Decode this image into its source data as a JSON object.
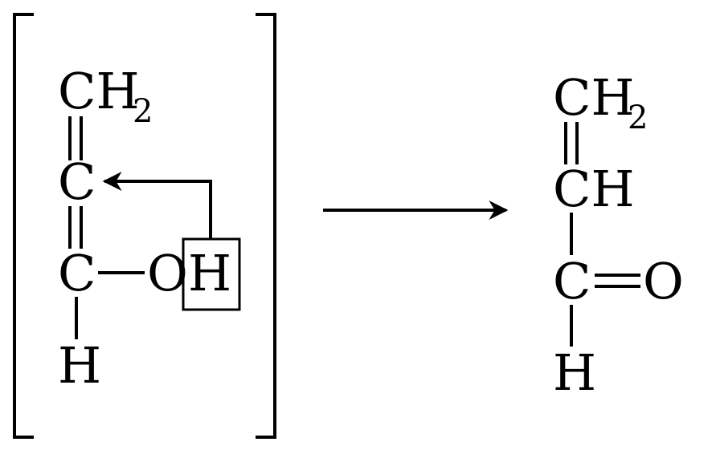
{
  "enol": {
    "top_atom": "CH",
    "top_subscript": "2",
    "middle_atom": "C",
    "lower_atom": "C",
    "hydroxyl_o": "O",
    "hydroxyl_h": "H",
    "bottom_h": "H"
  },
  "aldehyde": {
    "top_atom": "CH",
    "top_subscript": "2",
    "middle_atom": "CH",
    "carbonyl_c": "C",
    "carbonyl_o": "O",
    "bottom_h": "H"
  }
}
